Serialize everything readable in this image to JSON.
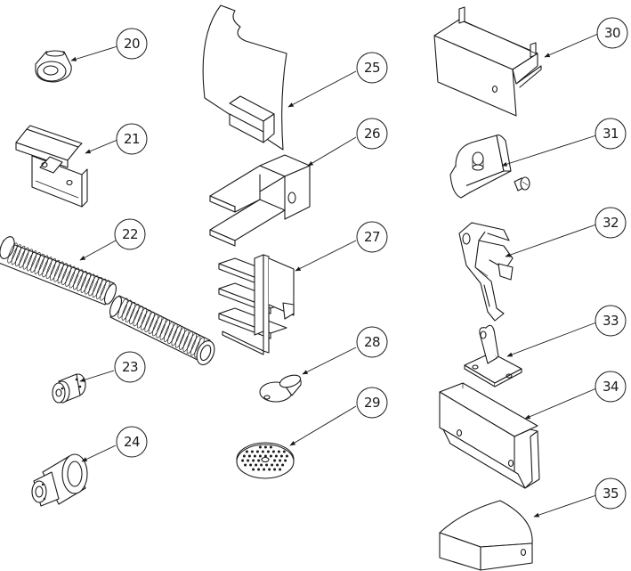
{
  "diagram": {
    "callouts": [
      {
        "id": "p20",
        "label": "20"
      },
      {
        "id": "p21",
        "label": "21"
      },
      {
        "id": "p22",
        "label": "22"
      },
      {
        "id": "p23",
        "label": "23"
      },
      {
        "id": "p24",
        "label": "24"
      },
      {
        "id": "p25",
        "label": "25"
      },
      {
        "id": "p26",
        "label": "26"
      },
      {
        "id": "p27",
        "label": "27"
      },
      {
        "id": "p28",
        "label": "28"
      },
      {
        "id": "p29",
        "label": "29"
      },
      {
        "id": "p30",
        "label": "30"
      },
      {
        "id": "p31",
        "label": "31"
      },
      {
        "id": "p32",
        "label": "32"
      },
      {
        "id": "p33",
        "label": "33"
      },
      {
        "id": "p34",
        "label": "34"
      },
      {
        "id": "p35",
        "label": "35"
      }
    ],
    "colors": {
      "line": "#1a1a1a",
      "background": "#ffffff"
    }
  }
}
